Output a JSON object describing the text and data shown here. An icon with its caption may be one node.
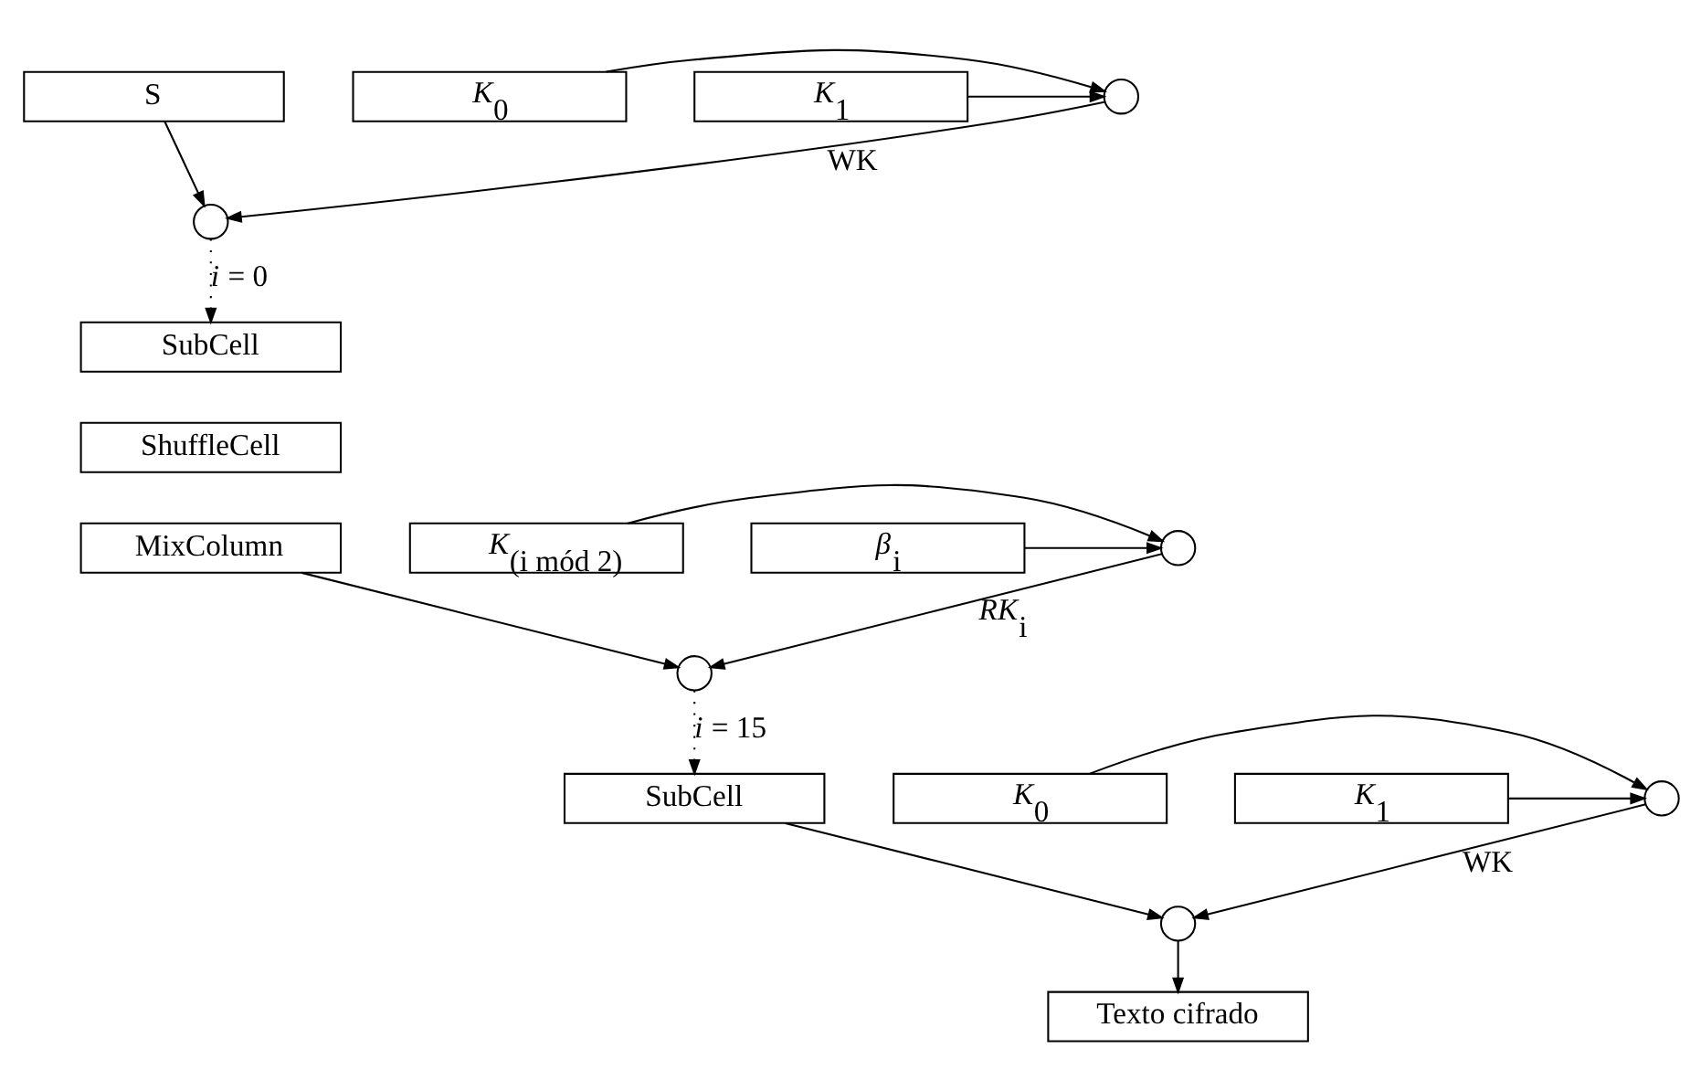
{
  "diagram": {
    "nodes": [
      {
        "text": [
          "S"
        ]
      },
      {
        "text": [
          "*K*$_{0}$"
        ]
      },
      {
        "text": [],
        "shape": "circle"
      },
      {
        "text": [
          "*K*$_{1}$"
        ]
      },
      {
        "text": [],
        "shape": "circle"
      },
      {
        "text": [
          "SubCell"
        ]
      },
      {
        "text": [
          "ShuffleCell"
        ]
      },
      {
        "text": [
          "MixColumn"
        ]
      },
      {
        "text": [
          "*K*$_{(i mód 2)}$"
        ]
      },
      {
        "text": [],
        "shape": "circle"
      },
      {
        "text": [
          "*β*$_{i}$"
        ]
      },
      {
        "text": [],
        "shape": "circle"
      },
      {
        "text": [
          "SubCell"
        ]
      },
      {
        "text": [
          "*K*$_{0}$"
        ]
      },
      {
        "text": [],
        "shape": "circle"
      },
      {
        "text": [
          "*K*$_{1}$"
        ]
      },
      {
        "text": [],
        "shape": "circle"
      },
      {
        "text": [
          "Texto cifrado"
        ]
      }
    ],
    "edges": [
      {
        "from": 0,
        "to": 4,
        "arrow": "to"
      },
      {
        "from": 1,
        "to": 2,
        "arrow": "to"
      },
      {
        "from": 3,
        "to": 2,
        "arrow": "to"
      },
      {
        "from": 2,
        "to": 4,
        "arrow": "to",
        "label": "WK"
      },
      {
        "from": 4,
        "to": 5,
        "arrow": "to",
        "style": "dashed",
        "label": "*i* = 0"
      },
      {
        "from": 7,
        "to": 11,
        "arrow": "to"
      },
      {
        "from": 8,
        "to": 9,
        "arrow": "to"
      },
      {
        "from": 10,
        "to": 9,
        "arrow": "to"
      },
      {
        "from": 9,
        "to": 11,
        "arrow": "to",
        "label": "*RK*$_{i}$"
      },
      {
        "from": 11,
        "to": 12,
        "arrow": "to",
        "style": "dashed",
        "label": "*i* = 15"
      },
      {
        "from": 12,
        "to": 16,
        "arrow": "to"
      },
      {
        "from": 13,
        "to": 14,
        "arrow": "to"
      },
      {
        "from": 15,
        "to": 14,
        "arrow": "to"
      },
      {
        "from": 14,
        "to": 16,
        "arrow": "to",
        "label": "WK"
      },
      {
        "from": 16,
        "to": 17,
        "arrow": "to"
      }
    ]
  }
}
